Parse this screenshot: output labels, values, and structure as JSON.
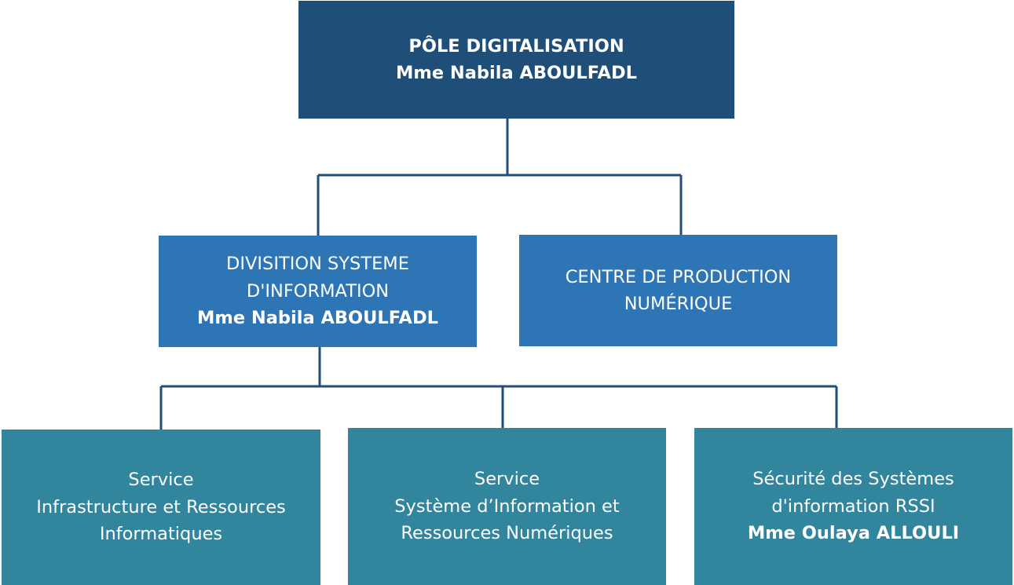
{
  "org_chart": {
    "pole": {
      "title": "PÔLE DIGITALISATION",
      "head": "Mme Nabila ABOULFADL"
    },
    "division_si": {
      "line1": "DIVISITION SYSTEME",
      "line2": "D'INFORMATION",
      "head": "Mme Nabila ABOULFADL"
    },
    "centre_production": {
      "line1": "CENTRE DE PRODUCTION",
      "line2": "NUMÉRIQUE"
    },
    "service_infra": {
      "line1": "Service",
      "line2": "Infrastructure et Ressources",
      "line3": "Informatiques"
    },
    "service_si": {
      "line1": "Service",
      "line2": "Système d’Information et",
      "line3": "Ressources  Numériques"
    },
    "securite": {
      "line1": "Sécurité des Systèmes",
      "line2": "d'information RSSI",
      "head": "Mme Oulaya ALLOULI"
    }
  },
  "colors": {
    "level1": "#1f4e79",
    "level2": "#2e75b6",
    "level3": "#31859c",
    "connector": "#1f4e79",
    "text": "#ffffff"
  }
}
